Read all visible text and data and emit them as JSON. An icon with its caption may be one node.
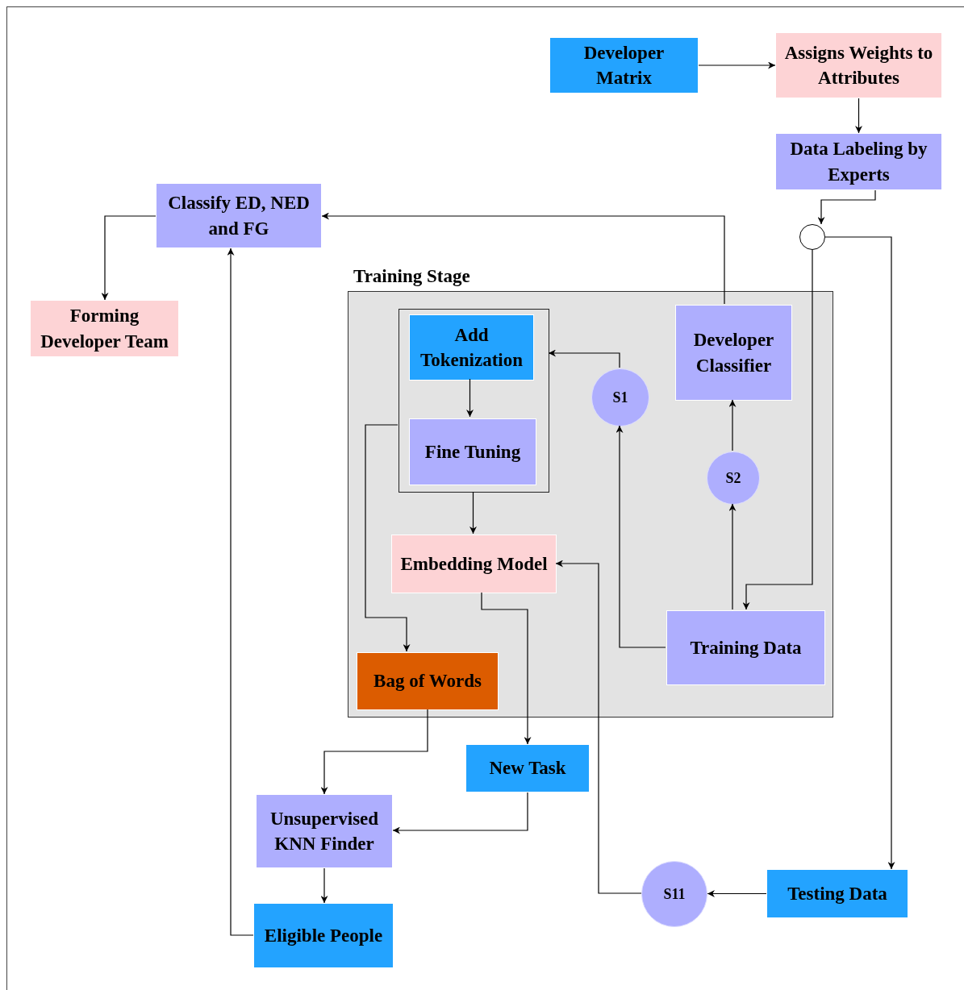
{
  "diagram": {
    "nodes": [
      {
        "text": [
          "Developer Matrix"
        ]
      },
      {
        "text": [
          "Assigns Weights to Attributes"
        ]
      },
      {
        "text": [
          "Data Labeling by Experts"
        ]
      },
      {
        "text": [],
        "shape": "circle"
      },
      {
        "text": [
          "Classify ED, NED and FG"
        ]
      },
      {
        "text": [
          "Forming Developer Team"
        ]
      },
      {
        "text": [
          "Training Stage"
        ]
      },
      {
        "text": [],
        "shape": "box",
        "in": 6
      },
      {
        "text": [
          "Add Tokenization"
        ],
        "in": 7
      },
      {
        "text": [
          "Fine Tuning"
        ],
        "in": 7
      },
      {
        "text": [
          "S1"
        ],
        "in": 6
      },
      {
        "text": [
          "Developer Classifier"
        ],
        "in": 6
      },
      {
        "text": [
          "S2"
        ],
        "in": 6
      },
      {
        "text": [
          "Embedding Model"
        ],
        "in": 6
      },
      {
        "text": [
          "Training Data"
        ],
        "in": 6
      },
      {
        "text": [
          "Bag of Words"
        ],
        "in": 6
      },
      {
        "text": [
          "New Task"
        ]
      },
      {
        "text": [
          "Unsupervised KNN Finder"
        ]
      },
      {
        "text": [
          "Eligible People"
        ]
      },
      {
        "text": [
          "S11"
        ]
      },
      {
        "text": [
          "Testing Data"
        ]
      }
    ],
    "edges": [
      {
        "from": 0,
        "to": 1,
        "arrow": "to"
      },
      {
        "from": 1,
        "to": 2,
        "arrow": "to"
      },
      {
        "from": 2,
        "to": 3,
        "arrow": "to"
      },
      {
        "from": 3,
        "to": 14,
        "arrow": "to"
      },
      {
        "from": 3,
        "to": 20,
        "arrow": "to"
      },
      {
        "from": 11,
        "to": 4,
        "arrow": "to"
      },
      {
        "from": 7,
        "to": 15,
        "arrow": "to"
      },
      {
        "from": 8,
        "to": 9,
        "arrow": "to"
      },
      {
        "from": 10,
        "to": 7,
        "arrow": "to"
      },
      {
        "from": 7,
        "to": 13,
        "arrow": "to"
      },
      {
        "from": 14,
        "to": 10,
        "arrow": "to"
      },
      {
        "from": 14,
        "to": 12,
        "arrow": "to"
      },
      {
        "from": 12,
        "to": 11,
        "arrow": "to"
      },
      {
        "from": 13,
        "to": 16,
        "arrow": "to"
      },
      {
        "from": 19,
        "to": 13,
        "arrow": "to"
      },
      {
        "from": 20,
        "to": 19,
        "arrow": "to"
      },
      {
        "from": 15,
        "to": 17,
        "arrow": "to"
      },
      {
        "from": 16,
        "to": 17,
        "arrow": "to"
      },
      {
        "from": 17,
        "to": 18,
        "arrow": "to"
      },
      {
        "from": 18,
        "to": 4,
        "arrow": "to"
      },
      {
        "from": 4,
        "to": 5,
        "arrow": "to"
      }
    ]
  }
}
